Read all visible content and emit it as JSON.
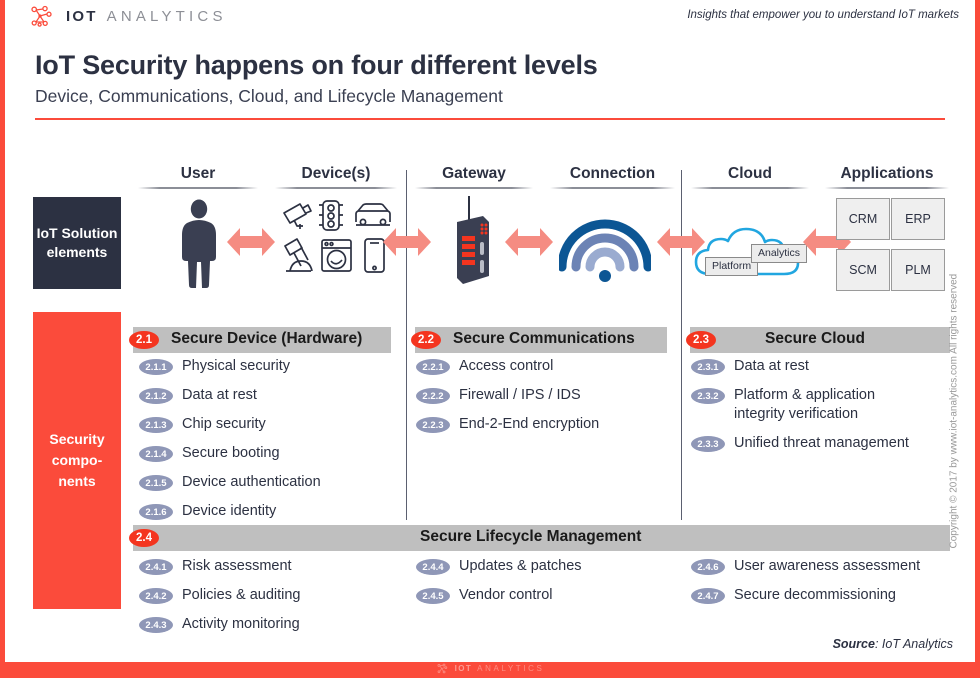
{
  "brand": {
    "logo_icon": "iot-analytics-network-logo",
    "name_bold": "IOT",
    "name_light": "ANALYTICS",
    "tagline": "Insights that empower you to understand IoT markets"
  },
  "header": {
    "title": "IoT Security happens on four different levels",
    "subtitle": "Device, Communications, Cloud, and Lifecycle Management"
  },
  "columns": [
    {
      "label": "User"
    },
    {
      "label": "Device(s)"
    },
    {
      "label": "Gateway"
    },
    {
      "label": "Connection"
    },
    {
      "label": "Cloud"
    },
    {
      "label": "Applications"
    }
  ],
  "rows": {
    "solution_label": "IoT\nSolution\nelements",
    "security_label": "Security\ncompo-\nnents"
  },
  "solution": {
    "user_icon": "person-silhouette-icon",
    "device_icons": [
      "security-camera-icon",
      "traffic-light-icon",
      "car-icon",
      "microscope-icon",
      "washing-machine-icon",
      "smartphone-icon"
    ],
    "gateway_icon": "gateway-router-icon",
    "connection_icon": "wifi-signal-icon",
    "cloud_icon": "cloud-outline-icon",
    "cloud_tags": [
      "Platform",
      "Analytics"
    ],
    "applications": [
      "CRM",
      "ERP",
      "SCM",
      "PLM"
    ],
    "arrow_icon": "double-headed-arrow-icon"
  },
  "sections": [
    {
      "number": "2.1",
      "title": "Secure Device (Hardware)",
      "items": [
        {
          "id": "2.1.1",
          "label": "Physical security"
        },
        {
          "id": "2.1.2",
          "label": "Data at rest"
        },
        {
          "id": "2.1.3",
          "label": "Chip security"
        },
        {
          "id": "2.1.4",
          "label": "Secure booting"
        },
        {
          "id": "2.1.5",
          "label": "Device authentication"
        },
        {
          "id": "2.1.6",
          "label": "Device identity"
        }
      ]
    },
    {
      "number": "2.2",
      "title": "Secure Communications",
      "items": [
        {
          "id": "2.2.1",
          "label": "Access control"
        },
        {
          "id": "2.2.2",
          "label": "Firewall / IPS / IDS"
        },
        {
          "id": "2.2.3",
          "label": "End-2-End encryption"
        }
      ]
    },
    {
      "number": "2.3",
      "title": "Secure Cloud",
      "items": [
        {
          "id": "2.3.1",
          "label": "Data at rest"
        },
        {
          "id": "2.3.2",
          "label": "Platform & application\nintegrity verification"
        },
        {
          "id": "2.3.3",
          "label": "Unified threat management"
        }
      ]
    }
  ],
  "lifecycle": {
    "number": "2.4",
    "title": "Secure Lifecycle Management",
    "col1": [
      {
        "id": "2.4.1",
        "label": "Risk assessment"
      },
      {
        "id": "2.4.2",
        "label": "Policies & auditing"
      },
      {
        "id": "2.4.3",
        "label": "Activity monitoring"
      }
    ],
    "col2": [
      {
        "id": "2.4.4",
        "label": "Updates & patches"
      },
      {
        "id": "2.4.5",
        "label": "Vendor control"
      }
    ],
    "col3": [
      {
        "id": "2.4.6",
        "label": "User awareness assessment"
      },
      {
        "id": "2.4.7",
        "label": "Secure decommissioning"
      }
    ]
  },
  "footer": {
    "source_label": "Source",
    "source_value": ": IoT Analytics",
    "copyright": "Copyright © 2017 by www.iot-analytics.com All rights reserved",
    "logo_bold": "IOT",
    "logo_light": "ANALYTICS"
  },
  "colors": {
    "accent_red": "#fb4b3b",
    "badge_red": "#f4351f",
    "badge_blue": "#8f97b7",
    "dark": "#2c3142",
    "bar_gray": "#bfbfbf",
    "arrow_salmon": "#f58c82",
    "cloud_blue": "#21a6e0"
  }
}
